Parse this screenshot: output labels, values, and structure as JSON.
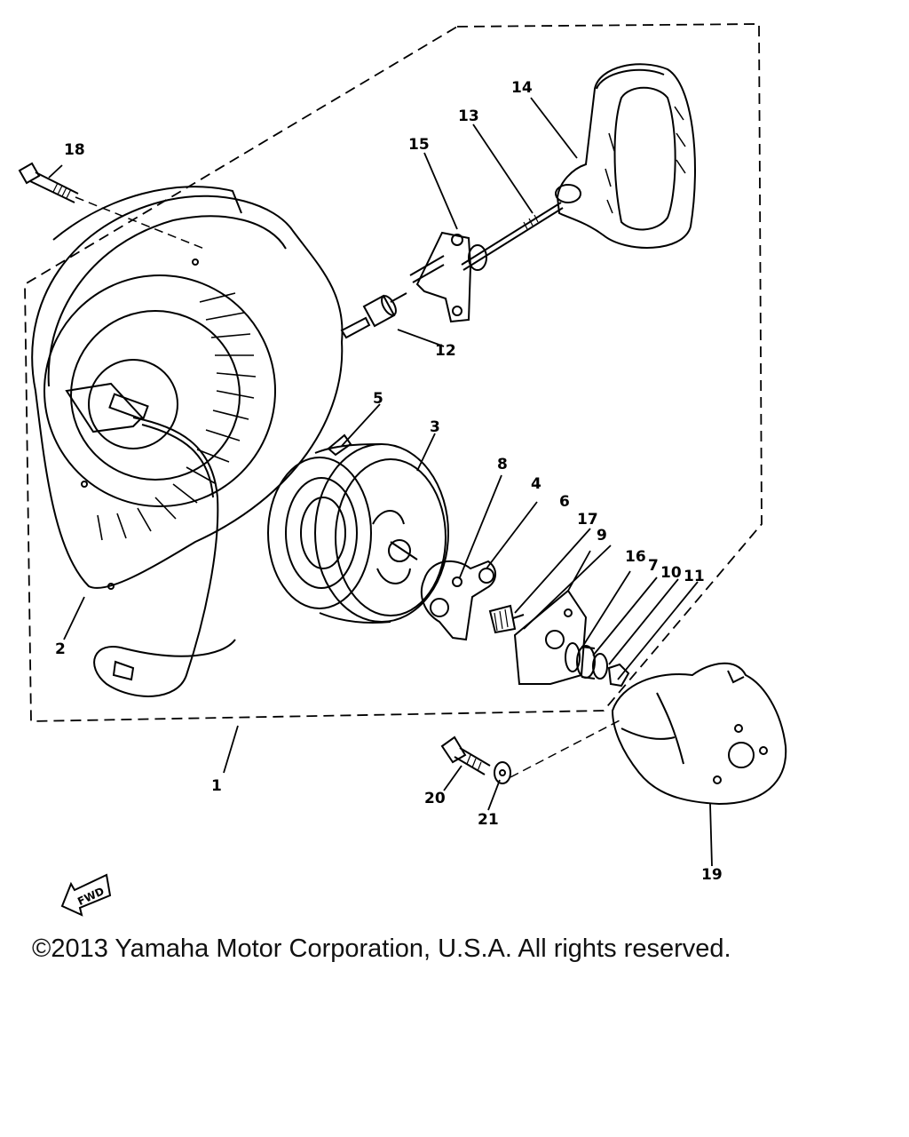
{
  "labels": {
    "l1": "1",
    "l2": "2",
    "l3": "3",
    "l4": "4",
    "l5": "5",
    "l6": "6",
    "l7": "7",
    "l8": "8",
    "l9": "9",
    "l10": "10",
    "l11": "11",
    "l12": "12",
    "l13": "13",
    "l14": "14",
    "l15": "15",
    "l16": "16",
    "l17": "17",
    "l18": "18",
    "l19": "19",
    "l20": "20",
    "l21": "21"
  },
  "fwd_label": "FWD",
  "copyright": "©2013 Yamaha Motor Corporation, U.S.A. All rights reserved."
}
